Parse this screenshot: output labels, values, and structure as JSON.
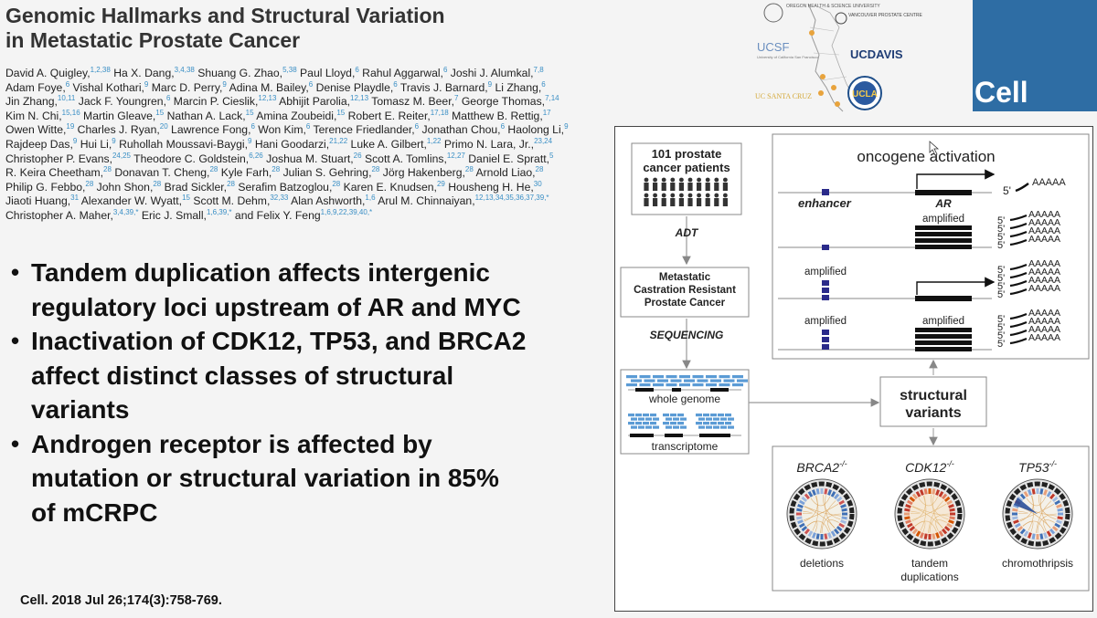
{
  "title": {
    "line1": "Genomic Hallmarks and Structural Variation",
    "line2": "in Metastatic Prostate Cancer"
  },
  "authors": [
    [
      "David A. Quigley,",
      "1,2,38",
      " Ha X. Dang,",
      "3,4,38",
      " Shuang G. Zhao,",
      "5,38",
      " Paul Lloyd,",
      "6",
      " Rahul Aggarwal,",
      "6",
      " Joshi J. Alumkal,",
      "7,8"
    ],
    [
      "Adam Foye,",
      "6",
      " Vishal Kothari,",
      "9",
      " Marc D. Perry,",
      "9",
      " Adina M. Bailey,",
      "6",
      " Denise Playdle,",
      "6",
      " Travis J. Barnard,",
      "9",
      " Li Zhang,",
      "6"
    ],
    [
      "Jin Zhang,",
      "10,11",
      " Jack F. Youngren,",
      "6",
      " Marcin P. Cieslik,",
      "12,13",
      " Abhijit Parolia,",
      "12,13",
      " Tomasz M. Beer,",
      "7",
      " George Thomas,",
      "7,14"
    ],
    [
      "Kim N. Chi,",
      "15,16",
      " Martin Gleave,",
      "15",
      " Nathan A. Lack,",
      "15",
      " Amina Zoubeidi,",
      "15",
      " Robert E. Reiter,",
      "17,18",
      " Matthew B. Rettig,",
      "17"
    ],
    [
      "Owen Witte,",
      "19",
      " Charles J. Ryan,",
      "20",
      " Lawrence Fong,",
      "6",
      " Won Kim,",
      "6",
      " Terence Friedlander,",
      "6",
      " Jonathan Chou,",
      "6",
      " Haolong Li,",
      "9"
    ],
    [
      "Rajdeep Das,",
      "9",
      " Hui Li,",
      "9",
      " Ruhollah Moussavi-Baygi,",
      "9",
      " Hani Goodarzi,",
      "21,22",
      " Luke A. Gilbert,",
      "1,22",
      " Primo N. Lara, Jr.,",
      "23,24"
    ],
    [
      "Christopher P. Evans,",
      "24,25",
      " Theodore C. Goldstein,",
      "6,26",
      " Joshua M. Stuart,",
      "26",
      " Scott A. Tomlins,",
      "12,27",
      " Daniel E. Spratt,",
      "5"
    ],
    [
      "R. Keira Cheetham,",
      "28",
      " Donavan T. Cheng,",
      "28",
      " Kyle Farh,",
      "28",
      " Julian S. Gehring,",
      "28",
      " Jörg Hakenberg,",
      "28",
      " Arnold Liao,",
      "28"
    ],
    [
      "Philip G. Febbo,",
      "28",
      " John Shon,",
      "28",
      " Brad Sickler,",
      "28",
      " Serafim Batzoglou,",
      "28",
      " Karen E. Knudsen,",
      "29",
      " Housheng H. He,",
      "30"
    ],
    [
      "Jiaoti Huang,",
      "31",
      " Alexander W. Wyatt,",
      "15",
      " Scott M. Dehm,",
      "32,33",
      " Alan Ashworth,",
      "1,6",
      " Arul M. Chinnaiyan,",
      "12,13,34,35,36,37,39,*"
    ],
    [
      "Christopher A. Maher,",
      "3,4,39,*",
      " Eric J. Small,",
      "1,6,39,*",
      " and Felix Y. Feng",
      "1,6,9,22,39,40,*"
    ]
  ],
  "bullets": [
    [
      "Tandem duplication affects intergenic",
      "regulatory loci upstream of AR and MYC"
    ],
    [
      "Inactivation of CDK12, TP53, and BRCA2",
      "affect distinct classes of structural",
      "variants"
    ],
    [
      "Androgen receptor is affected by",
      "mutation or structural variation in 85%",
      "of mCRPC"
    ]
  ],
  "bullet_symbol": "•",
  "citation": "Cell. 2018 Jul 26;174(3):758-769.",
  "journal_logo": "Cell",
  "institution_logos": {
    "ohsu": "OREGON HEALTH & SCIENCE UNIVERSITY",
    "vancouver": "VANCOUVER PROSTATE CENTRE",
    "ucsf": "UCSF",
    "ucsf_sub": "University of California San Francisco",
    "ucdavis": "UCDAVIS",
    "ucsc": "UC SANTA CRUZ",
    "ucla": "UCLA"
  },
  "figure": {
    "patients_line1": "101 prostate",
    "patients_line2": "cancer patients",
    "adt": "ADT",
    "mcrpc_line1": "Metastatic",
    "mcrpc_line2": "Castration Resistant",
    "mcrpc_line3": "Prostate Cancer",
    "sequencing": "SEQUENCING",
    "whole_genome": "whole genome",
    "transcriptome": "transcriptome",
    "oncogene_activation": "oncogene activation",
    "enhancer": "enhancer",
    "ar": "AR",
    "amplified": "amplified",
    "five_prime": "5'",
    "polya": "AAAAA",
    "structural_line1": "structural",
    "structural_line2": "variants",
    "brca2": "BRCA2",
    "cdk12": "CDK12",
    "tp53": "TP53",
    "knockout_sup": "-/-",
    "deletions": "deletions",
    "tandem_line1": "tandem",
    "tandem_line2": "duplications",
    "chromothripsis": "chromothripsis"
  },
  "colors": {
    "cell_logo": "#2e6da4",
    "superscript": "#3a8fc5",
    "enhancer": "#2a2a8a",
    "reads": "#5b9bd5",
    "deletions_red": "#c0392b",
    "circos_blue": "#3f6fb5"
  }
}
